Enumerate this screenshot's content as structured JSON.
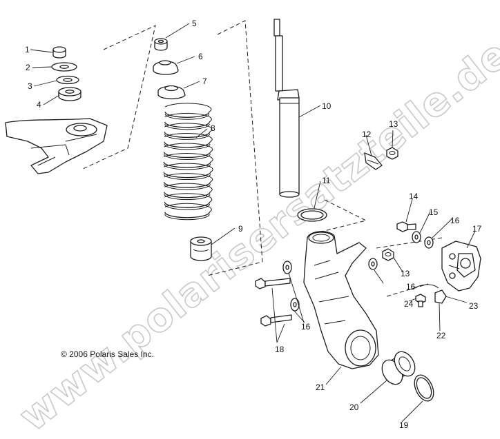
{
  "copyright": "© 2006 Polaris Sales Inc.",
  "watermark": "www.polarisersatzteile.de",
  "callouts": [
    "1",
    "2",
    "3",
    "4",
    "5",
    "6",
    "7",
    "8",
    "9",
    "10",
    "11",
    "12",
    "13",
    "13",
    "14",
    "15",
    "16",
    "16",
    "16",
    "17",
    "18",
    "19",
    "20",
    "21",
    "22",
    "23",
    "24"
  ]
}
